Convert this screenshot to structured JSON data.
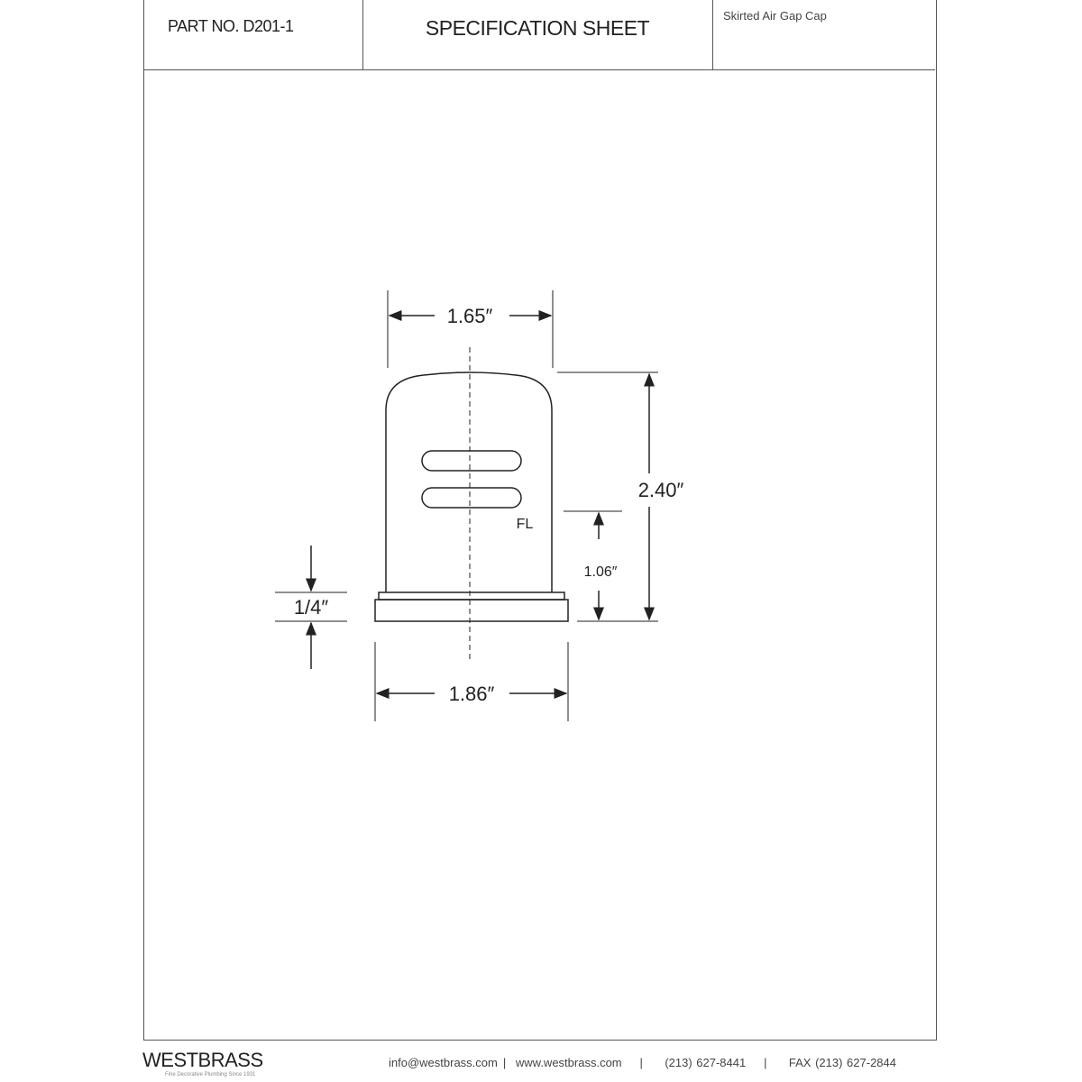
{
  "header": {
    "part_no": "PART NO.  D201-1",
    "title": "SPECIFICATION SHEET",
    "description": "Skirted Air Gap Cap"
  },
  "drawing": {
    "dim_top_width": "1.65″",
    "dim_height": "2.40″",
    "flood_level_label": "FL",
    "dim_flood_level": "1.06″",
    "dim_base_height": "1/4″",
    "dim_base_width": "1.86″"
  },
  "footer": {
    "brand": "WESTBRASS",
    "tagline": "Fine Decorative Plumbing Since 1931",
    "email": "info@westbrass.com",
    "website": "www.westbrass.com",
    "phone": "(213) 627-8441",
    "fax": "FAX (213) 627-2844",
    "separator": "|"
  }
}
